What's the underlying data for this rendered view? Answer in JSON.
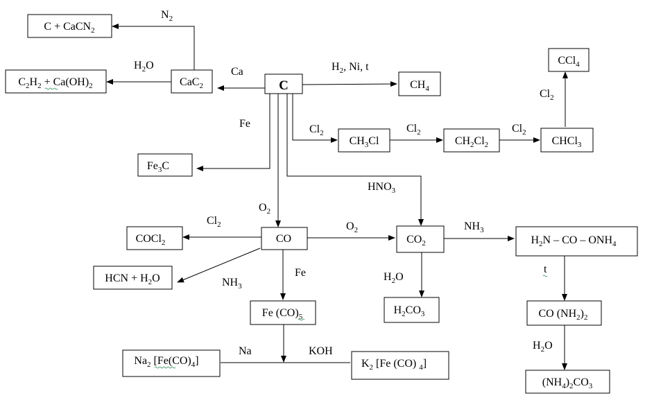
{
  "nodes": {
    "c": [
      {
        "t": "C"
      }
    ],
    "c_cacn2": [
      {
        "t": "C + CaCN"
      },
      {
        "s": "2"
      }
    ],
    "c2h2_caoh2": [
      {
        "t": "C"
      },
      {
        "s": "2"
      },
      {
        "t": "H"
      },
      {
        "s": "2"
      },
      {
        "t": " + Ca(OH)"
      },
      {
        "s": "2"
      }
    ],
    "cac2": [
      {
        "t": "CaC"
      },
      {
        "s": "2"
      }
    ],
    "ch4": [
      {
        "t": "CH"
      },
      {
        "s": "4"
      }
    ],
    "ccl4": [
      {
        "t": "CCl"
      },
      {
        "s": "4"
      }
    ],
    "ch3cl": [
      {
        "t": "CH"
      },
      {
        "s": "3"
      },
      {
        "t": "Cl"
      }
    ],
    "ch2cl2": [
      {
        "t": "CH"
      },
      {
        "s": "2"
      },
      {
        "t": "Cl"
      },
      {
        "s": "2"
      }
    ],
    "chcl3": [
      {
        "t": "CHCl"
      },
      {
        "s": "3"
      }
    ],
    "fe3c": [
      {
        "t": "Fe"
      },
      {
        "s": "3"
      },
      {
        "t": "C"
      }
    ],
    "cocl2": [
      {
        "t": "COCl"
      },
      {
        "s": "2"
      }
    ],
    "co": [
      {
        "t": "CO"
      }
    ],
    "co2": [
      {
        "t": "CO"
      },
      {
        "s": "2"
      }
    ],
    "carbamate": [
      {
        "t": "H"
      },
      {
        "s": "2"
      },
      {
        "t": "N – CO – ONH"
      },
      {
        "s": "4"
      }
    ],
    "hcn_h2o": [
      {
        "t": "HCN + H"
      },
      {
        "s": "2"
      },
      {
        "t": "O"
      }
    ],
    "fe_co5": [
      {
        "t": "Fe (CO)"
      },
      {
        "s": "5"
      }
    ],
    "h2co3": [
      {
        "t": "H"
      },
      {
        "s": "2"
      },
      {
        "t": "CO"
      },
      {
        "s": "3"
      }
    ],
    "urea": [
      {
        "t": "CO (NH"
      },
      {
        "s": "2"
      },
      {
        "t": ")"
      },
      {
        "s": "2"
      }
    ],
    "na2_fe_co4": [
      {
        "t": "Na"
      },
      {
        "s": "2"
      },
      {
        "t": " [Fe(CO)"
      },
      {
        "s": "4"
      },
      {
        "t": "]"
      }
    ],
    "k2_fe_co4": [
      {
        "t": "K"
      },
      {
        "s": "2"
      },
      {
        "t": " [Fe (CO) "
      },
      {
        "s": "4"
      },
      {
        "t": "]"
      }
    ],
    "nh4_2co3": [
      {
        "t": "(NH"
      },
      {
        "s": "4"
      },
      {
        "t": ")"
      },
      {
        "s": "2"
      },
      {
        "t": "CO"
      },
      {
        "s": "3"
      }
    ]
  },
  "labels": {
    "n2": [
      {
        "t": "N"
      },
      {
        "s": "2"
      }
    ],
    "h2o_top": [
      {
        "t": "H"
      },
      {
        "s": "2"
      },
      {
        "t": "O"
      }
    ],
    "ca": [
      {
        "t": "Ca"
      }
    ],
    "h2_ni_t": [
      {
        "t": "H"
      },
      {
        "s": "2"
      },
      {
        "t": ", Ni, t"
      }
    ],
    "cl2_ccl4": [
      {
        "t": "Cl"
      },
      {
        "s": "2"
      }
    ],
    "fe_top": [
      {
        "t": "Fe"
      }
    ],
    "cl2_a": [
      {
        "t": "Cl"
      },
      {
        "s": "2"
      }
    ],
    "cl2_b": [
      {
        "t": "Cl"
      },
      {
        "s": "2"
      }
    ],
    "cl2_c": [
      {
        "t": "Cl"
      },
      {
        "s": "2"
      }
    ],
    "hno3": [
      {
        "t": "HNO"
      },
      {
        "s": "3"
      }
    ],
    "o2_left": [
      {
        "t": "O"
      },
      {
        "s": "2"
      }
    ],
    "cl2_cocl2": [
      {
        "t": "Cl"
      },
      {
        "s": "2"
      }
    ],
    "o2_mid": [
      {
        "t": "O"
      },
      {
        "s": "2"
      }
    ],
    "nh3_right": [
      {
        "t": "NH"
      },
      {
        "s": "3"
      }
    ],
    "fe_mid": [
      {
        "t": "Fe"
      }
    ],
    "nh3_left": [
      {
        "t": "NH"
      },
      {
        "s": "3"
      }
    ],
    "h2o_mid": [
      {
        "t": "H"
      },
      {
        "s": "2"
      },
      {
        "t": "O"
      }
    ],
    "t": [
      {
        "t": "t"
      }
    ],
    "h2o_right": [
      {
        "t": "H"
      },
      {
        "s": "2"
      },
      {
        "t": "O"
      }
    ],
    "na": [
      {
        "t": "Na"
      }
    ],
    "koh": [
      {
        "t": "KOH"
      }
    ]
  }
}
